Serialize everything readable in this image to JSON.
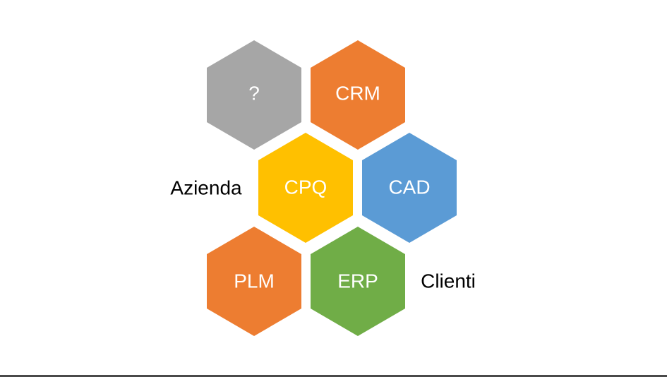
{
  "hexagons": [
    {
      "id": "unknown",
      "label": "?",
      "color": "#a6a6a6"
    },
    {
      "id": "crm",
      "label": "CRM",
      "color": "#ed7d31"
    },
    {
      "id": "cpq",
      "label": "CPQ",
      "color": "#ffc000"
    },
    {
      "id": "cad",
      "label": "CAD",
      "color": "#5b9bd5"
    },
    {
      "id": "plm",
      "label": "PLM",
      "color": "#ed7d31"
    },
    {
      "id": "erp",
      "label": "ERP",
      "color": "#70ad47"
    }
  ],
  "labels": {
    "left": "Azienda",
    "right": "Clienti"
  }
}
